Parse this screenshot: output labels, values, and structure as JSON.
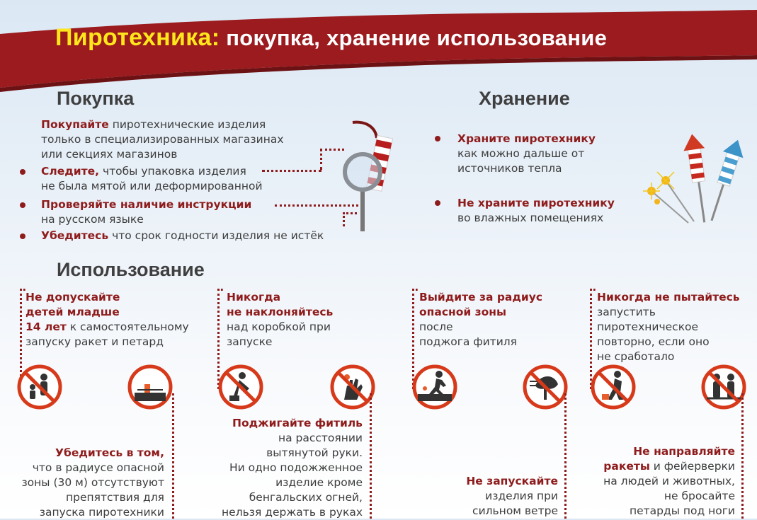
{
  "banner": {
    "title_highlight": "Пиротехника:",
    "title_rest": "покупка, хранение  использование"
  },
  "purchase": {
    "heading": "Покупка",
    "items": [
      {
        "bold": "Покупайте",
        "rest": " пиротехнические изделия",
        "lines": [
          "только в специализированных магазинах",
          "или секциях магазинов"
        ]
      },
      {
        "bold": "Следите,",
        "rest": " чтобы упаковка изделия",
        "lines": [
          "не была мятой или деформированной"
        ]
      },
      {
        "bold": "Проверяйте наличие инструкции",
        "rest": "",
        "lines": [
          "на русском языке"
        ]
      },
      {
        "bold": "Убедитесь",
        "rest": " что срок годности изделия не истёк",
        "lines": []
      }
    ]
  },
  "storage": {
    "heading": "Хранение",
    "items": [
      {
        "bold": "Храните пиротехнику",
        "lines": [
          "как можно дальше от",
          "источников тепла"
        ]
      },
      {
        "bold": "Не храните пиротехнику",
        "lines": [
          "во влажных помещениях"
        ]
      }
    ]
  },
  "usage": {
    "heading": "Использование",
    "col1": {
      "bold1": "Не допускайте",
      "bold2": "детей младше",
      "bold3": "14 лет",
      "rest3": " к самостоятельному",
      "line4": "запуску ракет и петард",
      "bottom_bold": "Убедитесь в том,",
      "bottom_lines": [
        "что в радиусе опасной",
        "зоны (30 м) отсутствуют",
        "препятствия для",
        "запуска пиротехники"
      ]
    },
    "col2": {
      "bold1": "Никогда",
      "bold2": "не наклоняйтесь",
      "lines": [
        "над коробкой при",
        "запуске"
      ],
      "bottom_bold": "Поджигайте фитиль",
      "bottom_lines": [
        "на расстоянии",
        "вытянутой руки.",
        "Ни одно подожженное",
        "изделие кроме",
        "бенгальских огней,",
        "нельзя держать в руках"
      ]
    },
    "col3": {
      "bold1": "Выйдите за радиус",
      "bold2": "опасной зоны",
      "lines": [
        "после",
        "поджога фитиля"
      ],
      "bottom_bold": "Не запускайте",
      "bottom_lines": [
        "изделия при",
        "сильном ветре"
      ]
    },
    "col4": {
      "bold1": "Никогда не пытайтесь",
      "lines": [
        "запустить",
        "пиротехническое",
        "повторно, если оно",
        "не сработало"
      ],
      "bottom_bold1": "Не направляйте",
      "bottom_bold2": "ракеты",
      "bottom_rest2": " и фейерверки",
      "bottom_lines": [
        "на людей и животных,",
        "не бросайте",
        "петарды под ноги"
      ]
    }
  },
  "icons": [
    "magnifier-icon",
    "firecracker-icon",
    "rockets-icon",
    "sparkler-icon",
    "no-children-icon",
    "safe-distance-icon",
    "no-leaning-icon",
    "no-hand-holding-icon",
    "run-away-icon",
    "no-wind-icon",
    "no-relaunch-icon",
    "no-aiming-at-people-icon"
  ],
  "colors": {
    "banner": "#9b1b1e",
    "accent": "#8f1c1c",
    "title_highlight": "#ffe71c",
    "sign": "#d63a1a"
  }
}
